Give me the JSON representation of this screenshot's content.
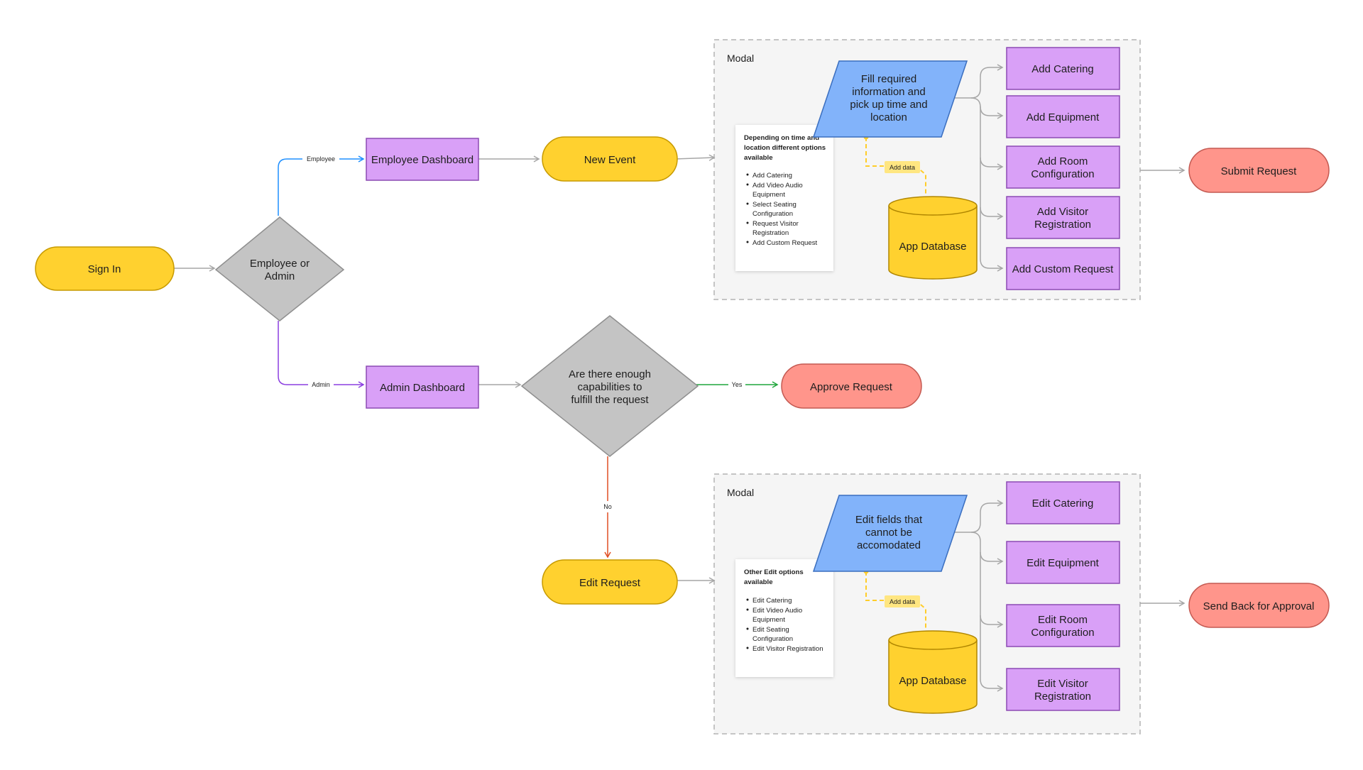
{
  "nodes": {
    "sign_in": "Sign In",
    "employee_or_admin": [
      "Employee or",
      "Admin"
    ],
    "employee_dashboard": "Employee Dashboard",
    "admin_dashboard": "Admin Dashboard",
    "new_event": "New Event",
    "capabilities_question": [
      "Are there enough",
      "capabilities to",
      "fulfill the request"
    ],
    "approve_request": "Approve Request",
    "edit_request": "Edit Request",
    "submit_request": "Submit Request",
    "send_back_for_approval": "Send Back for Approval"
  },
  "edge_labels": {
    "employee": "Employee",
    "admin": "Admin",
    "yes": "Yes",
    "no": "No"
  },
  "modal_top": {
    "title": "Modal",
    "input": [
      "Fill required",
      "information and",
      "pick up time and",
      "location"
    ],
    "add_data": "Add data",
    "database": "App Database",
    "note_title": [
      "Depending on time and",
      "location different options",
      "available"
    ],
    "note_items": [
      [
        "Add Catering"
      ],
      [
        "Add Video Audio",
        "Equipment"
      ],
      [
        "Select Seating",
        "Configuration"
      ],
      [
        "Request Visitor",
        "Registration"
      ],
      [
        "Add Custom Request"
      ]
    ],
    "options": [
      [
        "Add Catering"
      ],
      [
        "Add Equipment"
      ],
      [
        "Add Room",
        "Configuration"
      ],
      [
        "Add Visitor",
        "Registration"
      ],
      [
        "Add Custom Request"
      ]
    ]
  },
  "modal_bottom": {
    "title": "Modal",
    "input": [
      "Edit fields that",
      "cannot be",
      "accomodated"
    ],
    "add_data": "Add data",
    "database": "App Database",
    "note_title": [
      "Other Edit options",
      "available"
    ],
    "note_items": [
      [
        "Edit Catering"
      ],
      [
        "Edit Video Audio",
        "Equipment"
      ],
      [
        "Edit Seating",
        "Configuration"
      ],
      [
        "Edit Visitor Registration"
      ]
    ],
    "options": [
      [
        "Edit Catering"
      ],
      [
        "Edit Equipment"
      ],
      [
        "Edit Room",
        "Configuration"
      ],
      [
        "Edit Visitor",
        "Registration"
      ]
    ]
  },
  "colors": {
    "terminal_yellow": "#ffd12f",
    "terminal_red": "#ff958b",
    "process_purple": "#d9a0f7",
    "decision_gray": "#c4c4c4",
    "io_blue": "#82b3fa",
    "edge_employee": "#1e8fff",
    "edge_admin": "#8b3fe0",
    "edge_yes": "#1fa53b",
    "edge_no": "#e04e23"
  }
}
